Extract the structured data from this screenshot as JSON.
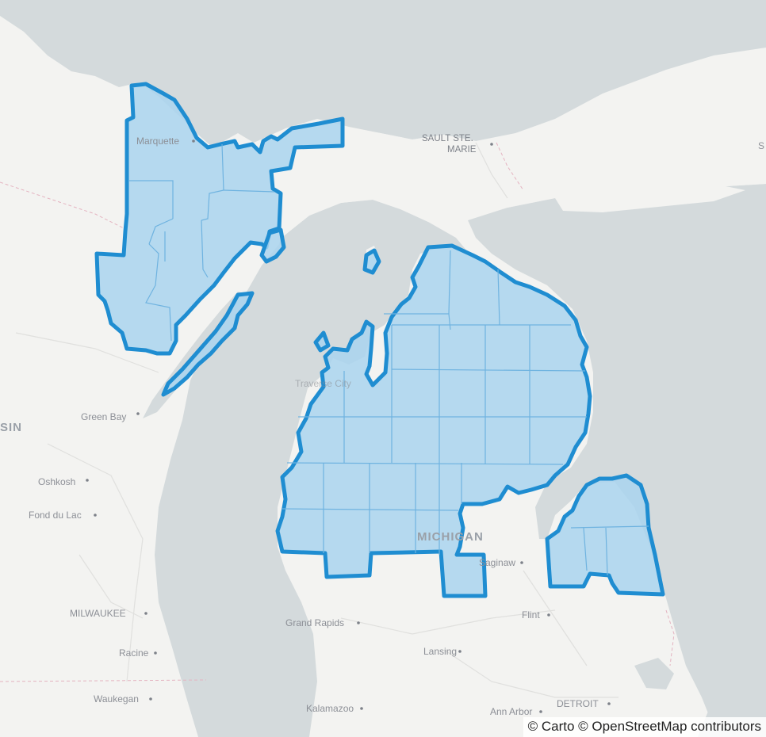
{
  "map": {
    "basemap": "Carto Positron",
    "labels": {
      "marquette": "Marquette",
      "sault": "SAULT STE.",
      "marie": "MARIE",
      "traverse": "Traverse City",
      "green_bay": "Green Bay",
      "wisconsin_frag": "SIN",
      "oshkosh": "Oshkosh",
      "fond_du_lac": "Fond du Lac",
      "michigan": "MICHIGAN",
      "saginaw": "Saginaw",
      "milwaukee": "MILWAUKEE",
      "grand_rapids": "Grand Rapids",
      "flint": "Flint",
      "racine": "Racine",
      "lansing": "Lansing",
      "waukegan": "Waukegan",
      "kalamazoo": "Kalamazoo",
      "ann_arbor": "Ann Arbor",
      "detroit": "DETROIT",
      "edge_s": "S"
    },
    "attribution": "© Carto © OpenStreetMap contributors",
    "colors": {
      "water": "#d4dadc",
      "land": "#f3f3f1",
      "region_fill": "#a9d3ee",
      "region_stroke": "#1f8dd1",
      "county_line": "#6fb3e0"
    }
  }
}
